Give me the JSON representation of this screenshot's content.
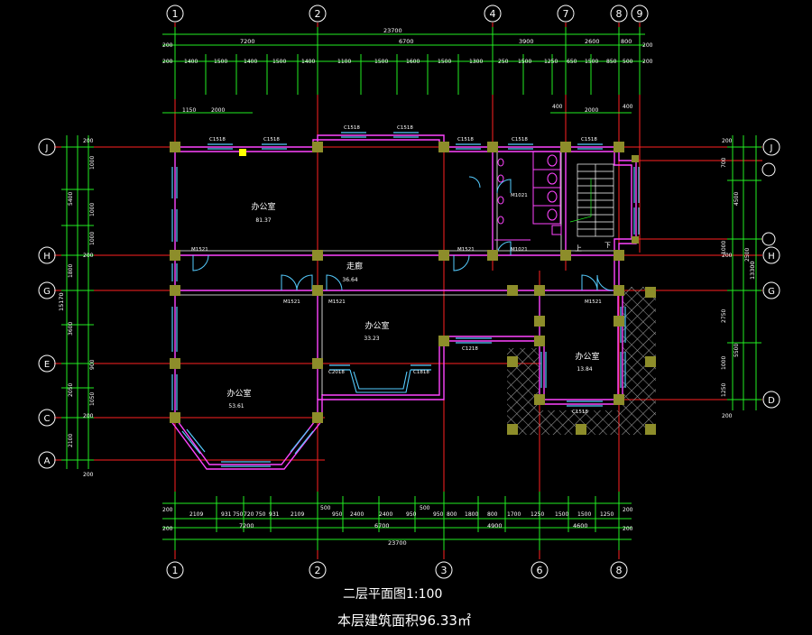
{
  "drawing": {
    "title": "二层平面图1:100",
    "area_note": "本层建筑面积96.33㎡",
    "grid_top": [
      "1",
      "2",
      "4",
      "7",
      "8",
      "9"
    ],
    "grid_bottom": [
      "1",
      "2",
      "3",
      "6",
      "8"
    ],
    "grid_left": [
      "J",
      "H",
      "G",
      "E",
      "C",
      "A"
    ],
    "grid_right": [
      "J",
      "H",
      "G",
      "D"
    ],
    "rooms": [
      {
        "name": "办公室",
        "area": "81.37"
      },
      {
        "name": "走廊",
        "area": "36.64"
      },
      {
        "name": "办公室",
        "area": "33.23"
      },
      {
        "name": "办公室",
        "area": "53.61"
      },
      {
        "name": "办公室",
        "area": "13.84"
      }
    ],
    "top_total": "23700",
    "top_segments": [
      "7200",
      "6700",
      "3900",
      "2600",
      "800"
    ],
    "bottom_total": "23700",
    "bottom_segments": [
      "7200",
      "6700",
      "4900",
      "4600"
    ],
    "left_total": "15170",
    "right_total": "13300",
    "window_labels": [
      "C1518",
      "C1518",
      "C1518",
      "C1518",
      "C1518",
      "C1518",
      "C1218",
      "C1518",
      "C2018",
      "C1818",
      "C1518"
    ],
    "door_labels": [
      "M1521",
      "M1521",
      "M1521",
      "M1521",
      "M1521",
      "M1021",
      "M1021"
    ],
    "stair_label": "上",
    "colors": {
      "background": "#000000",
      "wall": "#ffff66",
      "axis": "#ff2222",
      "dimension": "#22ee22",
      "window": "#55ccff",
      "wall_line": "#ff44ff",
      "grid_circle": "#ffffff"
    }
  }
}
